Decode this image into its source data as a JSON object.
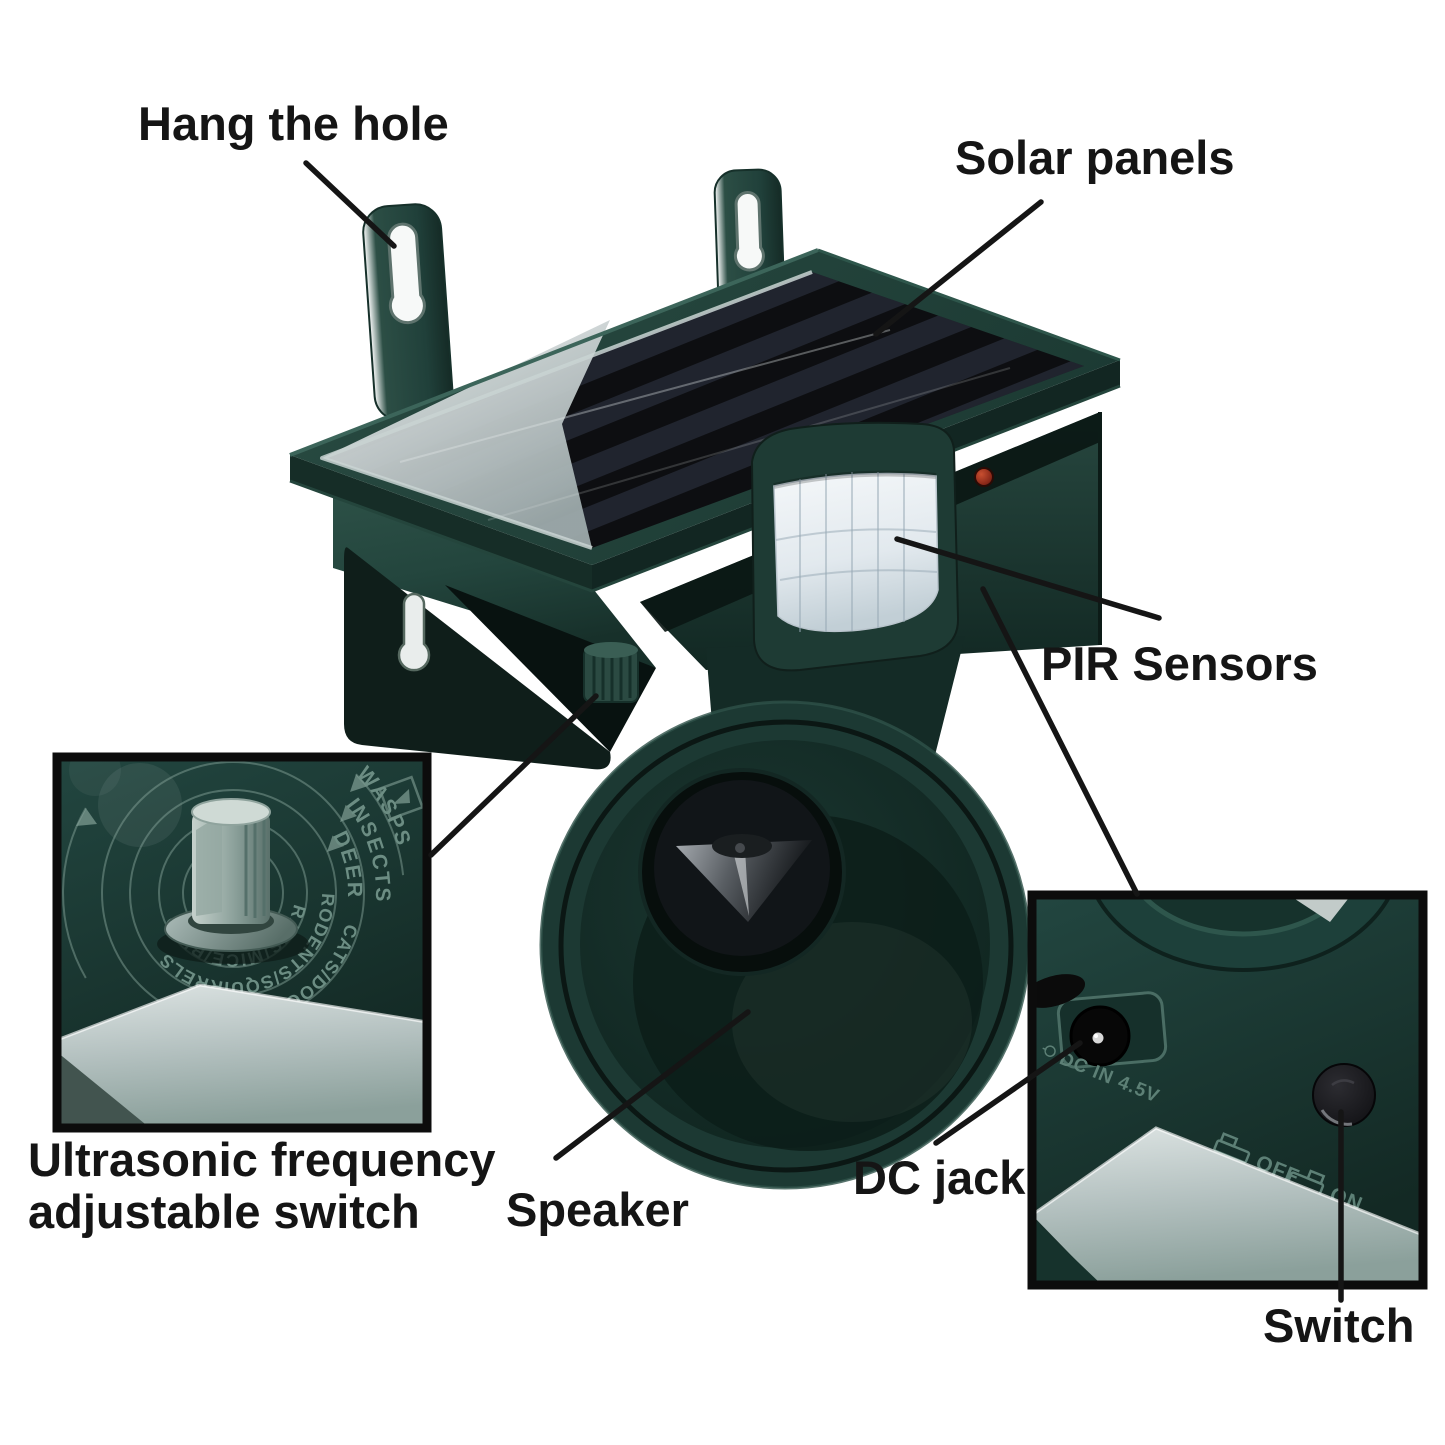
{
  "labels": {
    "hang_hole": "Hang the hole",
    "solar_panels": "Solar panels",
    "pir_sensors": "PIR Sensors",
    "ultrasonic_line1": "Ultrasonic frequency",
    "ultrasonic_line2": "adjustable switch",
    "speaker": "Speaker",
    "dc_jack": "DC jack",
    "switch": "Switch"
  },
  "dial_inset": {
    "arc_top": [
      "WASPS",
      "INSECTS",
      "DEER"
    ],
    "arc_bottom": [
      "RATS/MICE/BIRD",
      "RODENTS/SQUIRRELS",
      "CATS/DOGS/FOXES"
    ]
  },
  "power_inset": {
    "dc_marking": "DC IN 4.5V",
    "off": "OFF",
    "on": "ON"
  },
  "colors": {
    "body_green": "#1f3f38",
    "bracket_dark": "#0f1e1a",
    "panel_black": "#0d0e11",
    "lens_white": "#e8edf2",
    "led_red": "#8c2a1a",
    "engraving": "#5d8076",
    "label_text": "#151515"
  }
}
